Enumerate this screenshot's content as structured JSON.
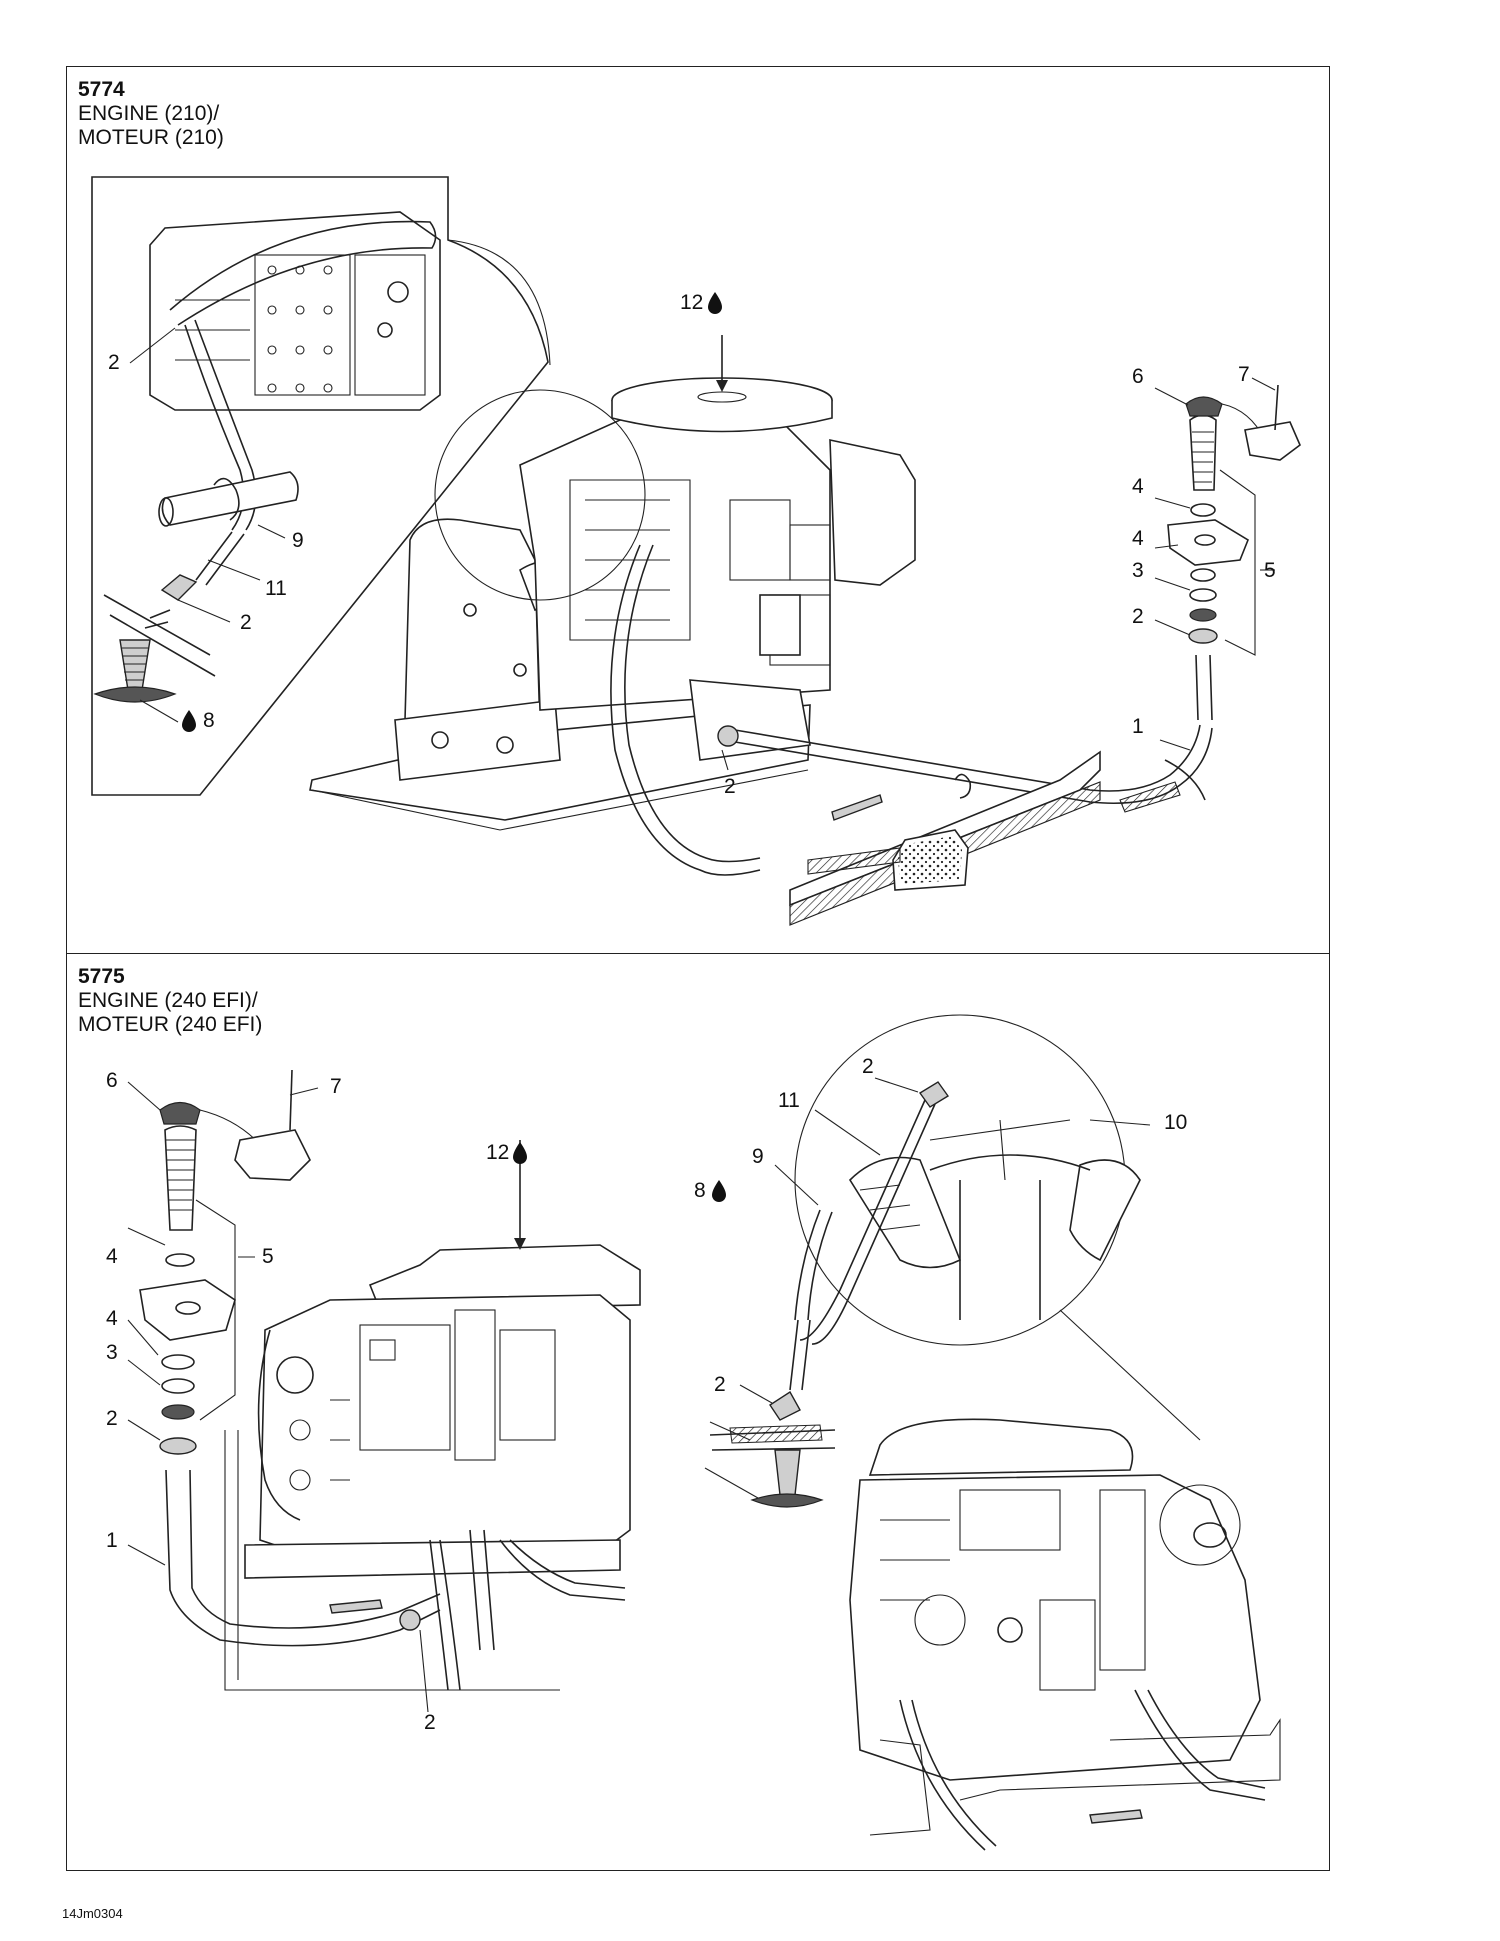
{
  "panels": [
    {
      "code": "5774",
      "title_lines": [
        "ENGINE (210)/",
        "MOTEUR (210)"
      ],
      "callouts": [
        "2",
        "9",
        "11",
        "2",
        "8",
        "12",
        "6",
        "7",
        "4",
        "4",
        "5",
        "3",
        "2",
        "1",
        "2"
      ]
    },
    {
      "code": "5775",
      "title_lines": [
        "ENGINE (240 EFI)/",
        "MOTEUR (240 EFI)"
      ],
      "callouts": [
        "6",
        "7",
        "12",
        "4",
        "5",
        "4",
        "3",
        "2",
        "1",
        "2",
        "2",
        "11",
        "10",
        "9",
        "2",
        "8"
      ]
    }
  ],
  "footer_code": "14Jm0304",
  "colors": {
    "line": "#222222",
    "background": "#ffffff",
    "shade": "#cfcfcf"
  },
  "icons": {
    "lubricant": "oil-drop-icon"
  }
}
